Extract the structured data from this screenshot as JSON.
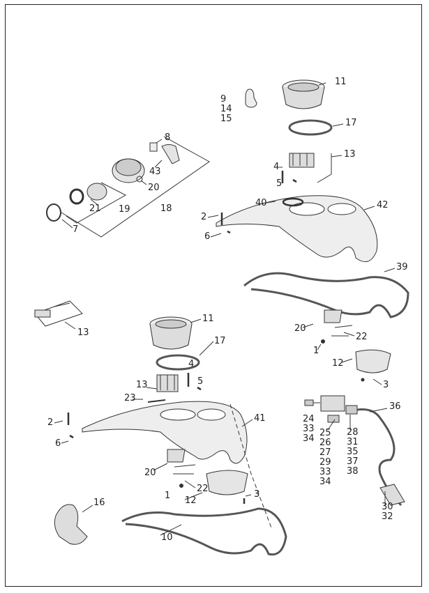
{
  "callouts": {
    "upper": {
      "n9": "9",
      "n14": "14",
      "n15": "15",
      "n11": "11",
      "n17": "17",
      "n13": "13",
      "n4": "4",
      "n5": "5",
      "n40": "40",
      "n42": "42",
      "n2": "2",
      "n6": "6"
    },
    "pump": {
      "n8": "8",
      "n43": "43",
      "n20": "20",
      "n21": "21",
      "n19": "19",
      "n18": "18",
      "n7": "7"
    },
    "fuse": {
      "n13": "13"
    },
    "right": {
      "n39": "39",
      "n20": "20",
      "n22": "22",
      "n1": "1",
      "n12": "12",
      "n3": "3",
      "n36": "36",
      "n24": [
        "24",
        "33",
        "34"
      ],
      "n25": [
        "25",
        "26",
        "27",
        "29",
        "33",
        "34"
      ],
      "n28": [
        "28",
        "31",
        "35",
        "37",
        "38"
      ],
      "n30": [
        "30",
        "32"
      ]
    },
    "lower": {
      "n11": "11",
      "n17": "17",
      "n4": "4",
      "n5": "5",
      "n13": "13",
      "n23": "23",
      "n2": "2",
      "n6": "6",
      "n41": "41",
      "n20": "20",
      "n22": "22",
      "n1": "1",
      "n12": "12",
      "n3": "3",
      "n16": "16",
      "n10": "10"
    }
  },
  "colors": {
    "line": "#333333",
    "fill": "#e6e6e6"
  }
}
